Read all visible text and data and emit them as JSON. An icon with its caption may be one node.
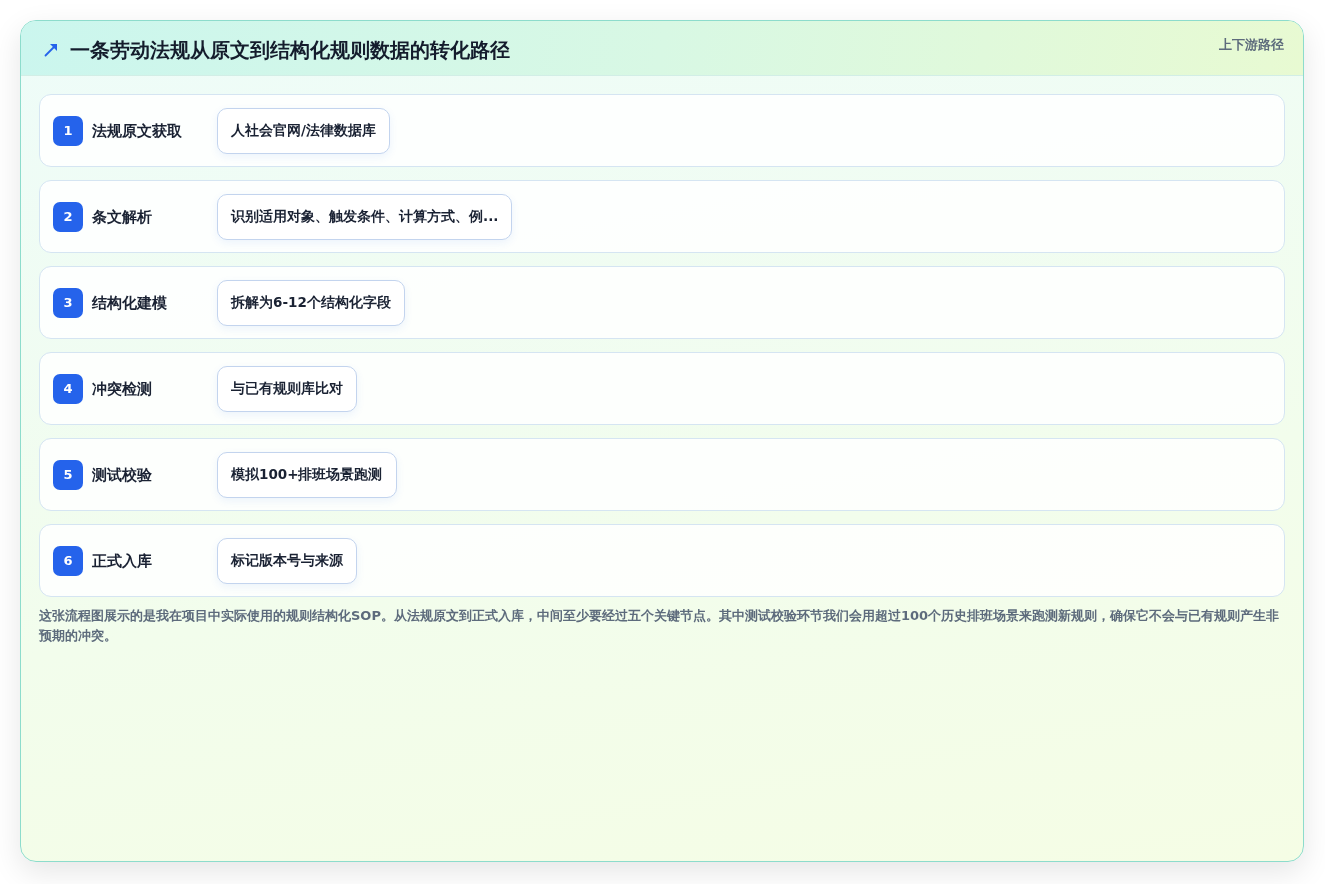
{
  "diagram": {
    "title": "一条劳动法规从原文到结构化规则数据的转化路径",
    "labels": [
      "上下游路径"
    ],
    "nodes": [
      {
        "text": [
          "法规原文获取"
        ]
      },
      {
        "text": [
          "1"
        ],
        "in": 0
      },
      {
        "text": [
          "人社会官网/法律数据库"
        ],
        "in": 0
      },
      {
        "text": [
          "条文解析"
        ]
      },
      {
        "text": [
          "2"
        ],
        "in": 3
      },
      {
        "text": [
          "识别适用对象、触发条件、计算方式、例..."
        ],
        "in": 3
      },
      {
        "text": [
          "结构化建模"
        ]
      },
      {
        "text": [
          "3"
        ],
        "in": 6
      },
      {
        "text": [
          "拆解为6-12个结构化字段"
        ],
        "in": 6
      },
      {
        "text": [
          "冲突检测"
        ]
      },
      {
        "text": [
          "4"
        ],
        "in": 9
      },
      {
        "text": [
          "与已有规则库比对"
        ],
        "in": 9
      },
      {
        "text": [
          "测试校验"
        ]
      },
      {
        "text": [
          "5"
        ],
        "in": 12
      },
      {
        "text": [
          "模拟100+排班场景跑测"
        ],
        "in": 12
      },
      {
        "text": [
          "正式入库"
        ]
      },
      {
        "text": [
          "6"
        ],
        "in": 15
      },
      {
        "text": [
          "标记版本号与来源"
        ],
        "in": 15
      }
    ],
    "caption": "这张流程图展示的是我在项目中实际使用的规则结构化SOP。从法规原文到正式入库，中间至少要经过五个关键节点。其中测试校验环节我们会用超过100个历史排班场景来跑测新规则，确保它不会与已有规则产生非预期的冲突。"
  }
}
